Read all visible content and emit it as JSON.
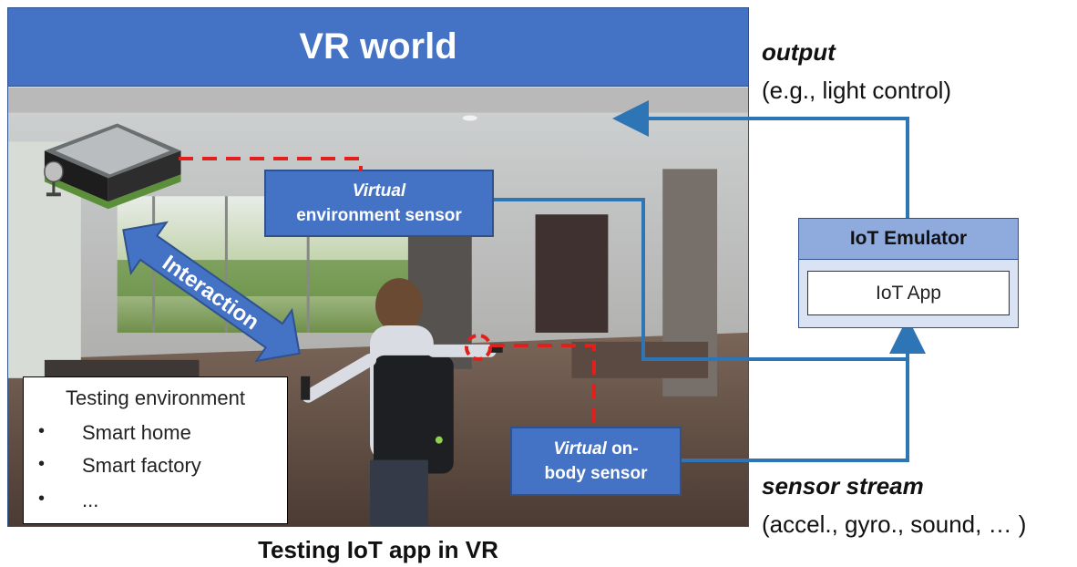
{
  "vr_world": {
    "title": "VR world",
    "interaction_label": "Interaction",
    "env_sensor": {
      "line1": "Virtual",
      "line2": "environment sensor"
    },
    "body_sensor": {
      "line1_italic": "Virtual",
      "line1_rest": " on-",
      "line2": "body sensor"
    },
    "testing_env": {
      "title": "Testing environment",
      "items": [
        "Smart home",
        "Smart factory",
        "..."
      ]
    }
  },
  "iot_emulator": {
    "title": "IoT Emulator",
    "app_label": "IoT App"
  },
  "output": {
    "title": "output",
    "description": "(e.g., light control)"
  },
  "sensor_stream": {
    "title": "sensor stream",
    "description": "(accel., gyro., sound, … )"
  },
  "caption": "Testing IoT app in VR",
  "colors": {
    "header_blue": "#4472c4",
    "arrow_blue": "#2e75b6",
    "dashed_red": "#e0201c",
    "emulator_bg": "#dae3f3",
    "emulator_header": "#8faadc"
  }
}
